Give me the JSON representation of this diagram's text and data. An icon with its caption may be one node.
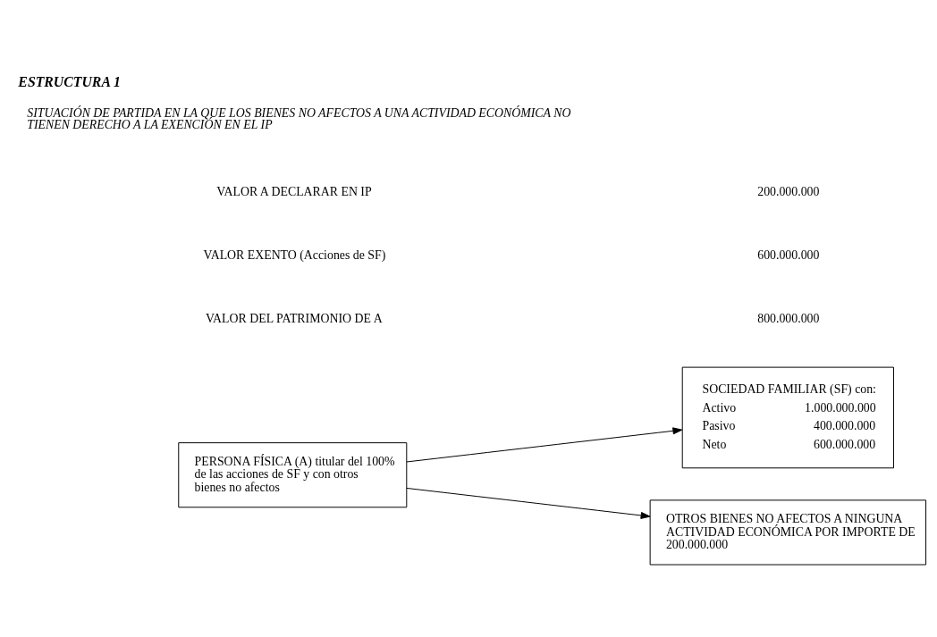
{
  "diagram": {
    "title": "ESTRUCTURA 1",
    "nodes": [
      {
        "text": [
          "PERSONA FÍSICA (A) titular del 100% de las acciones de SF y con otros bienes no afectos"
        ]
      },
      {
        "text": [
          "SOCIEDAD FAMILIAR (SF) con:",
          "Activo",
          "1.000.000.000",
          "Pasivo",
          "400.000.000",
          "Neto",
          "600.000.000"
        ]
      },
      {
        "text": [
          "OTROS BIENES NO AFECTOS A NINGUNA ACTIVIDAD ECONÓMICA POR IMPORTE DE 200.000.000"
        ]
      }
    ],
    "edges": [
      {
        "from": 0,
        "to": 1,
        "arrow": "to"
      },
      {
        "from": 0,
        "to": 2,
        "arrow": "to"
      }
    ],
    "labels": [
      "VALOR DEL PATRIMONIO DE A",
      "800.000.000",
      "VALOR EXENTO (Acciones de SF)",
      "600.000.000",
      "VALOR A DECLARAR EN IP",
      "200.000.000",
      "SITUACIÓN DE PARTIDA EN LA QUE LOS BIENES NO AFECTOS A UNA ACTIVIDAD ECONÓMICA NO TIENEN DERECHO A LA EXENCIÓN EN EL IP"
    ]
  }
}
